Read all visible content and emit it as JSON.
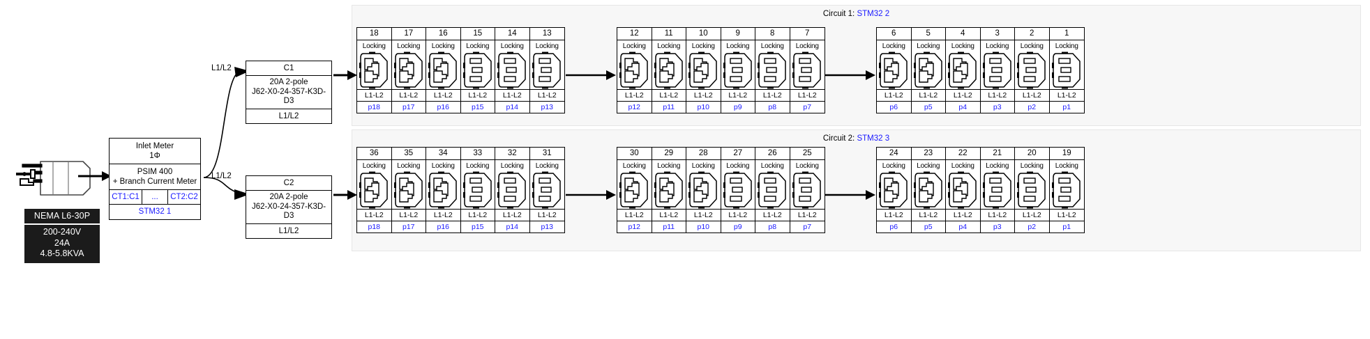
{
  "inlet": {
    "plug_icon": "nema-l6-30p-plug-icon",
    "nema": {
      "title": "NEMA L6-30P",
      "voltage": "200-240V",
      "current": "24A",
      "power": "4.8-5.8KVA"
    },
    "meter": {
      "title_line1": "Inlet Meter",
      "title_line2": "1Φ",
      "model_line1": "PSIM 400",
      "model_line2": "+ Branch Current Meter",
      "ct_left": "CT1:C1",
      "ct_mid": "...",
      "ct_right": "CT2:C2",
      "mcu": "STM32 1"
    }
  },
  "feed_labels": {
    "c1": "L1/L2",
    "c2": "L1/L2"
  },
  "breakers": [
    {
      "id": "c1",
      "name": "C1",
      "rating": "20A 2-pole",
      "part_number": "J62-X0-24-357-K3D-D3",
      "phase": "L1/L2"
    },
    {
      "id": "c2",
      "name": "C2",
      "rating": "20A 2-pole",
      "part_number": "J62-X0-24-357-K3D-D3",
      "phase": "L1/L2"
    }
  ],
  "colors": {
    "accent_blue": "#1a19ff",
    "panel_bg": "#f7f7f7",
    "label_bg": "#1b1b1b",
    "line": "#000000"
  },
  "circuits": [
    {
      "label": "Circuit 1:",
      "mcu": "STM32 2",
      "groups": [
        {
          "outlets": [
            {
              "num": "18",
              "type_label": "Locking",
              "socket": "c19-socket-icon",
              "phase": "L1-L2",
              "port": "p18"
            },
            {
              "num": "17",
              "type_label": "Locking",
              "socket": "c19-socket-icon",
              "phase": "L1-L2",
              "port": "p17"
            },
            {
              "num": "16",
              "type_label": "Locking",
              "socket": "c19-socket-icon",
              "phase": "L1-L2",
              "port": "p16"
            },
            {
              "num": "15",
              "type_label": "Locking",
              "socket": "c13-socket-icon",
              "phase": "L1-L2",
              "port": "p15"
            },
            {
              "num": "14",
              "type_label": "Locking",
              "socket": "c13-socket-icon",
              "phase": "L1-L2",
              "port": "p14"
            },
            {
              "num": "13",
              "type_label": "Locking",
              "socket": "c13-socket-icon",
              "phase": "L1-L2",
              "port": "p13"
            }
          ]
        },
        {
          "outlets": [
            {
              "num": "12",
              "type_label": "Locking",
              "socket": "c19-socket-icon",
              "phase": "L1-L2",
              "port": "p12"
            },
            {
              "num": "11",
              "type_label": "Locking",
              "socket": "c19-socket-icon",
              "phase": "L1-L2",
              "port": "p11"
            },
            {
              "num": "10",
              "type_label": "Locking",
              "socket": "c19-socket-icon",
              "phase": "L1-L2",
              "port": "p10"
            },
            {
              "num": "9",
              "type_label": "Locking",
              "socket": "c13-socket-icon",
              "phase": "L1-L2",
              "port": "p9"
            },
            {
              "num": "8",
              "type_label": "Locking",
              "socket": "c13-socket-icon",
              "phase": "L1-L2",
              "port": "p8"
            },
            {
              "num": "7",
              "type_label": "Locking",
              "socket": "c13-socket-icon",
              "phase": "L1-L2",
              "port": "p7"
            }
          ]
        },
        {
          "outlets": [
            {
              "num": "6",
              "type_label": "Locking",
              "socket": "c19-socket-icon",
              "phase": "L1-L2",
              "port": "p6"
            },
            {
              "num": "5",
              "type_label": "Locking",
              "socket": "c19-socket-icon",
              "phase": "L1-L2",
              "port": "p5"
            },
            {
              "num": "4",
              "type_label": "Locking",
              "socket": "c19-socket-icon",
              "phase": "L1-L2",
              "port": "p4"
            },
            {
              "num": "3",
              "type_label": "Locking",
              "socket": "c13-socket-icon",
              "phase": "L1-L2",
              "port": "p3"
            },
            {
              "num": "2",
              "type_label": "Locking",
              "socket": "c13-socket-icon",
              "phase": "L1-L2",
              "port": "p2"
            },
            {
              "num": "1",
              "type_label": "Locking",
              "socket": "c13-socket-icon",
              "phase": "L1-L2",
              "port": "p1"
            }
          ]
        }
      ]
    },
    {
      "label": "Circuit 2:",
      "mcu": "STM32 3",
      "groups": [
        {
          "outlets": [
            {
              "num": "36",
              "type_label": "Locking",
              "socket": "c19-socket-icon",
              "phase": "L1-L2",
              "port": "p18"
            },
            {
              "num": "35",
              "type_label": "Locking",
              "socket": "c19-socket-icon",
              "phase": "L1-L2",
              "port": "p17"
            },
            {
              "num": "34",
              "type_label": "Locking",
              "socket": "c19-socket-icon",
              "phase": "L1-L2",
              "port": "p16"
            },
            {
              "num": "33",
              "type_label": "Locking",
              "socket": "c13-socket-icon",
              "phase": "L1-L2",
              "port": "p15"
            },
            {
              "num": "32",
              "type_label": "Locking",
              "socket": "c13-socket-icon",
              "phase": "L1-L2",
              "port": "p14"
            },
            {
              "num": "31",
              "type_label": "Locking",
              "socket": "c13-socket-icon",
              "phase": "L1-L2",
              "port": "p13"
            }
          ]
        },
        {
          "outlets": [
            {
              "num": "30",
              "type_label": "Locking",
              "socket": "c19-socket-icon",
              "phase": "L1-L2",
              "port": "p12"
            },
            {
              "num": "29",
              "type_label": "Locking",
              "socket": "c19-socket-icon",
              "phase": "L1-L2",
              "port": "p11"
            },
            {
              "num": "28",
              "type_label": "Locking",
              "socket": "c19-socket-icon",
              "phase": "L1-L2",
              "port": "p10"
            },
            {
              "num": "27",
              "type_label": "Locking",
              "socket": "c13-socket-icon",
              "phase": "L1-L2",
              "port": "p9"
            },
            {
              "num": "26",
              "type_label": "Locking",
              "socket": "c13-socket-icon",
              "phase": "L1-L2",
              "port": "p8"
            },
            {
              "num": "25",
              "type_label": "Locking",
              "socket": "c13-socket-icon",
              "phase": "L1-L2",
              "port": "p7"
            }
          ]
        },
        {
          "outlets": [
            {
              "num": "24",
              "type_label": "Locking",
              "socket": "c19-socket-icon",
              "phase": "L1-L2",
              "port": "p6"
            },
            {
              "num": "23",
              "type_label": "Locking",
              "socket": "c19-socket-icon",
              "phase": "L1-L2",
              "port": "p5"
            },
            {
              "num": "22",
              "type_label": "Locking",
              "socket": "c19-socket-icon",
              "phase": "L1-L2",
              "port": "p4"
            },
            {
              "num": "21",
              "type_label": "Locking",
              "socket": "c13-socket-icon",
              "phase": "L1-L2",
              "port": "p3"
            },
            {
              "num": "20",
              "type_label": "Locking",
              "socket": "c13-socket-icon",
              "phase": "L1-L2",
              "port": "p2"
            },
            {
              "num": "19",
              "type_label": "Locking",
              "socket": "c13-socket-icon",
              "phase": "L1-L2",
              "port": "p1"
            }
          ]
        }
      ]
    }
  ]
}
